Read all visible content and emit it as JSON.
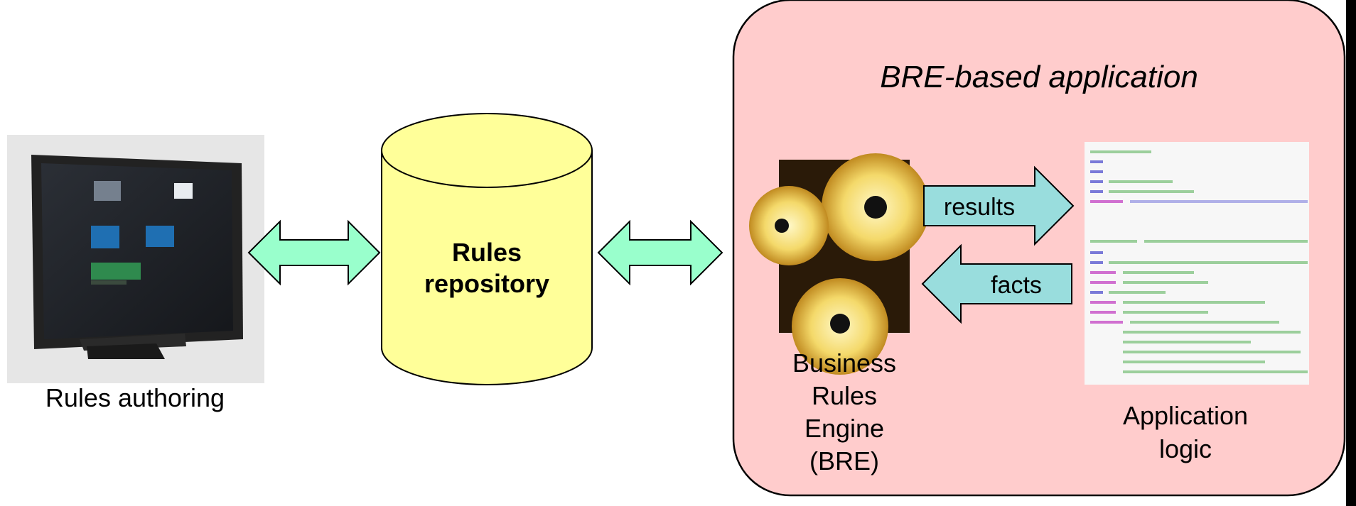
{
  "rules_authoring": {
    "label": "Rules authoring"
  },
  "repository": {
    "line1": "Rules",
    "line2": "repository"
  },
  "application": {
    "title": "BRE-based application",
    "engine": {
      "line1": "Business",
      "line2": "Rules",
      "line3": "Engine",
      "line4": "(BRE)"
    },
    "arrow_results": "results",
    "arrow_facts": "facts",
    "logic": {
      "line1": "Application",
      "line2": "logic"
    }
  },
  "colors": {
    "app_box_fill": "#ffcccc",
    "cylinder_fill": "#ffff99",
    "double_arrow_fill": "#99ffcc",
    "flow_arrow_fill": "#99dddd"
  }
}
